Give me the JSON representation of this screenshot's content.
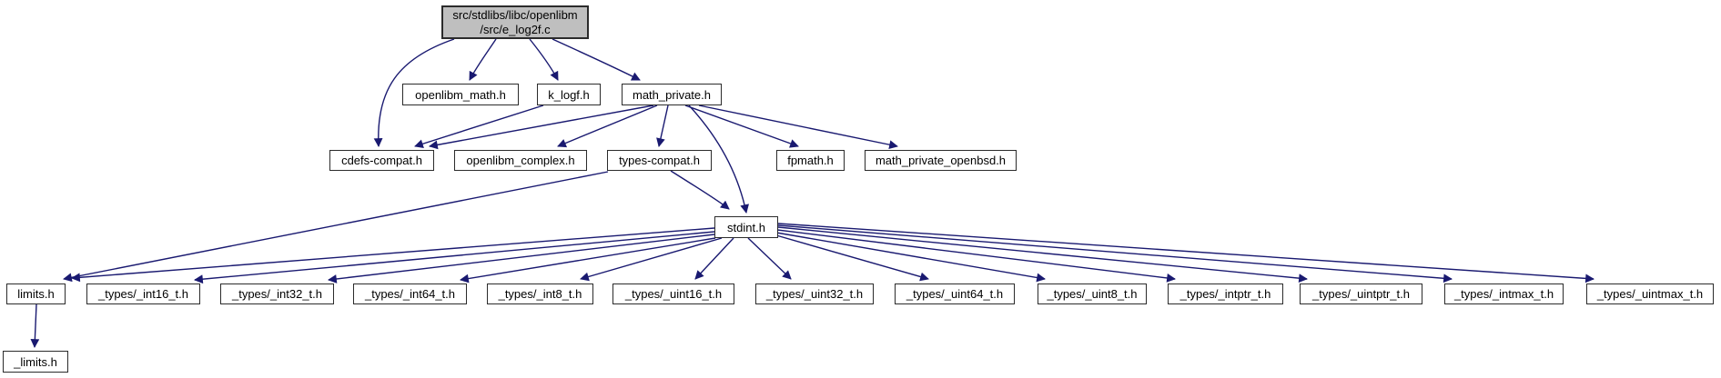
{
  "diagram": {
    "type": "include-dependency-graph",
    "colors": {
      "edge": "#191970",
      "node_fill": "#ffffff",
      "node_border": "#2b2b2b",
      "current_node_fill": "#bfbfbf",
      "text": "#000000",
      "background": "#ffffff"
    },
    "nodes": {
      "e_log2f": {
        "label": "src/stdlibs/libc/openlibm\n/src/e_log2f.c"
      },
      "openlibm_math": {
        "label": "openlibm_math.h"
      },
      "k_logf": {
        "label": "k_logf.h"
      },
      "math_private": {
        "label": "math_private.h"
      },
      "cdefs_compat": {
        "label": "cdefs-compat.h"
      },
      "openlibm_complex": {
        "label": "openlibm_complex.h"
      },
      "types_compat": {
        "label": "types-compat.h"
      },
      "fpmath": {
        "label": "fpmath.h"
      },
      "math_private_openbsd": {
        "label": "math_private_openbsd.h"
      },
      "stdint": {
        "label": "stdint.h"
      },
      "limits": {
        "label": "limits.h"
      },
      "int16": {
        "label": "_types/_int16_t.h"
      },
      "int32": {
        "label": "_types/_int32_t.h"
      },
      "int64": {
        "label": "_types/_int64_t.h"
      },
      "int8": {
        "label": "_types/_int8_t.h"
      },
      "uint16": {
        "label": "_types/_uint16_t.h"
      },
      "uint32": {
        "label": "_types/_uint32_t.h"
      },
      "uint64": {
        "label": "_types/_uint64_t.h"
      },
      "uint8": {
        "label": "_types/_uint8_t.h"
      },
      "intptr": {
        "label": "_types/_intptr_t.h"
      },
      "uintptr": {
        "label": "_types/_uintptr_t.h"
      },
      "intmax": {
        "label": "_types/_intmax_t.h"
      },
      "uintmax": {
        "label": "_types/_uintmax_t.h"
      },
      "limits_private": {
        "label": "_limits.h"
      }
    },
    "edges": [
      {
        "from": "e_log2f",
        "to": "openlibm_math"
      },
      {
        "from": "e_log2f",
        "to": "k_logf"
      },
      {
        "from": "e_log2f",
        "to": "math_private"
      },
      {
        "from": "e_log2f",
        "to": "cdefs_compat"
      },
      {
        "from": "k_logf",
        "to": "cdefs_compat"
      },
      {
        "from": "math_private",
        "to": "cdefs_compat"
      },
      {
        "from": "math_private",
        "to": "openlibm_complex"
      },
      {
        "from": "math_private",
        "to": "types_compat"
      },
      {
        "from": "math_private",
        "to": "fpmath"
      },
      {
        "from": "math_private",
        "to": "math_private_openbsd"
      },
      {
        "from": "math_private",
        "to": "stdint"
      },
      {
        "from": "types_compat",
        "to": "stdint"
      },
      {
        "from": "types_compat",
        "to": "limits"
      },
      {
        "from": "stdint",
        "to": "limits"
      },
      {
        "from": "stdint",
        "to": "int16"
      },
      {
        "from": "stdint",
        "to": "int32"
      },
      {
        "from": "stdint",
        "to": "int64"
      },
      {
        "from": "stdint",
        "to": "int8"
      },
      {
        "from": "stdint",
        "to": "uint16"
      },
      {
        "from": "stdint",
        "to": "uint32"
      },
      {
        "from": "stdint",
        "to": "uint64"
      },
      {
        "from": "stdint",
        "to": "uint8"
      },
      {
        "from": "stdint",
        "to": "intptr"
      },
      {
        "from": "stdint",
        "to": "uintptr"
      },
      {
        "from": "stdint",
        "to": "intmax"
      },
      {
        "from": "stdint",
        "to": "uintmax"
      },
      {
        "from": "limits",
        "to": "limits_private"
      }
    ]
  }
}
